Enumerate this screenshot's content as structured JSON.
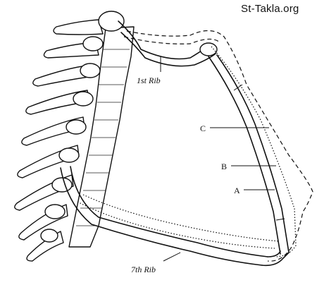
{
  "watermark": "St-Takla.org",
  "labels": {
    "first_rib": "1st Rib",
    "seventh_rib": "7th Rib",
    "c": "C",
    "b": "B",
    "a": "A"
  }
}
